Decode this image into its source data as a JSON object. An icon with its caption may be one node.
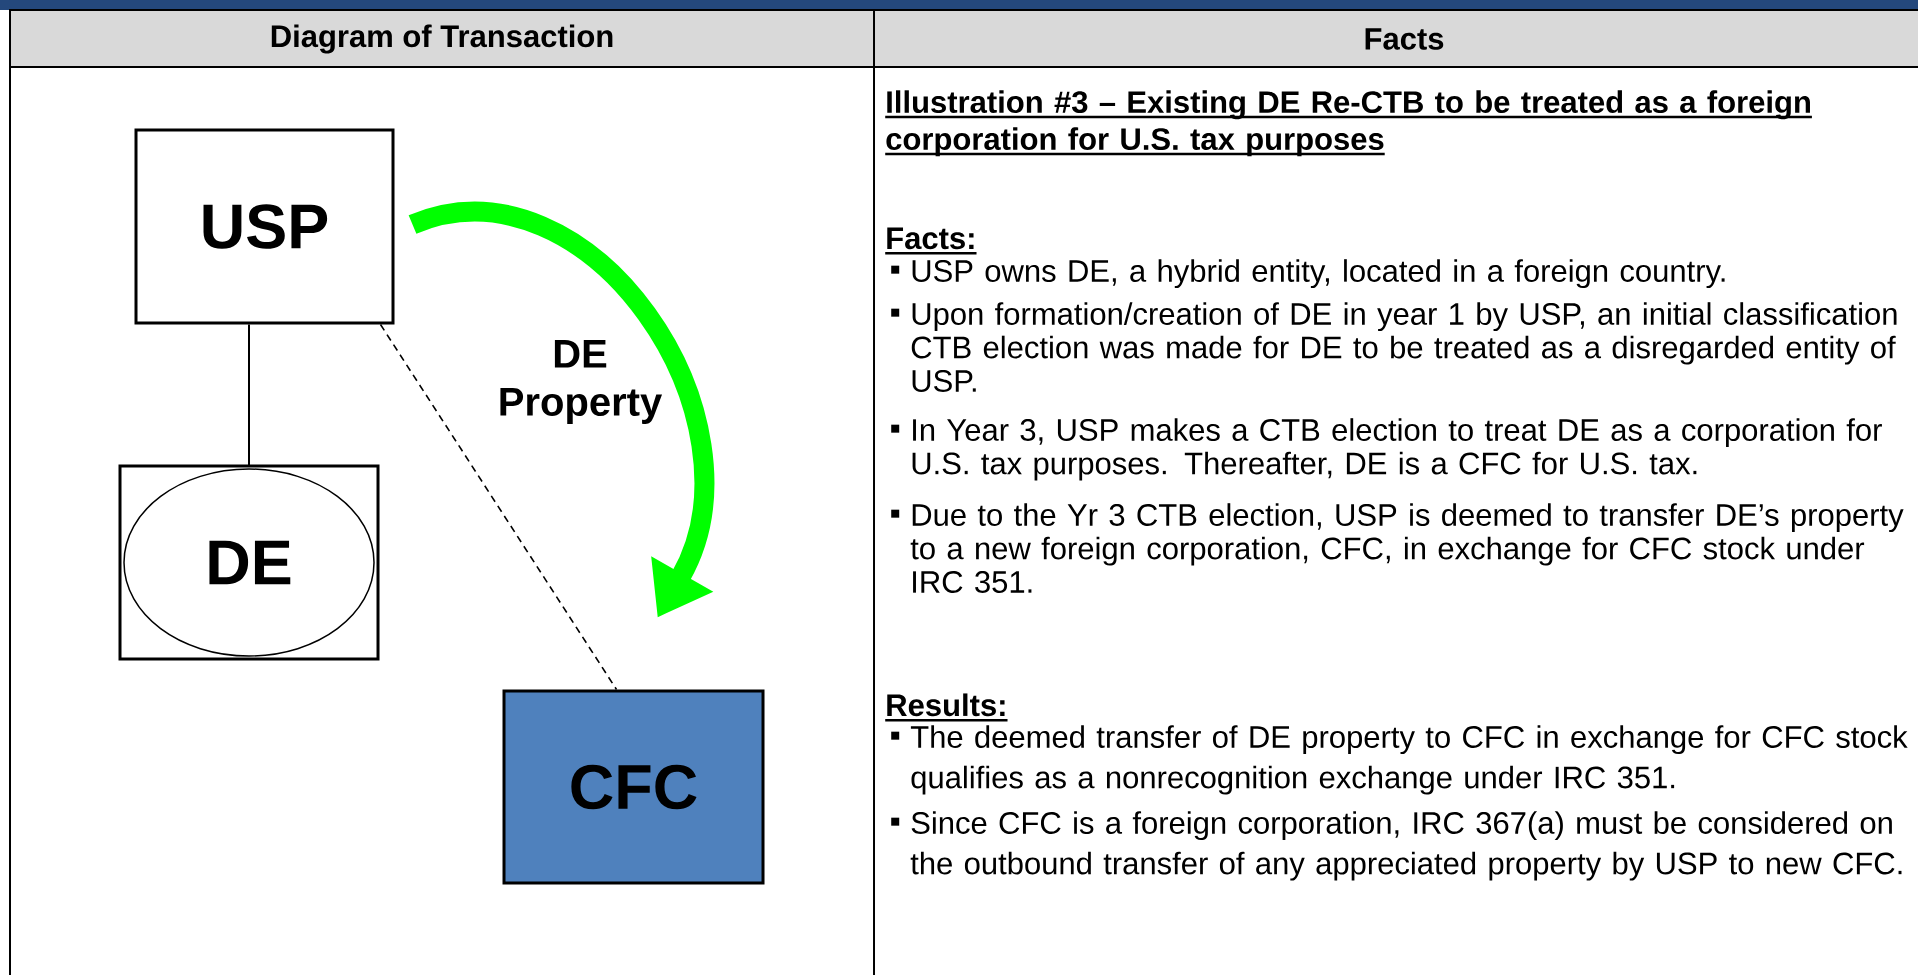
{
  "diagram": {
    "nodes": [
      {
        "text": [
          "USP"
        ]
      },
      {
        "text": [
          "DE"
        ]
      },
      {
        "text": [
          "CFC"
        ]
      }
    ],
    "edges": [
      {
        "from": 0,
        "to": 1,
        "arrow": "none"
      },
      {
        "from": 0,
        "to": 2,
        "arrow": "none",
        "style": "dashed"
      },
      {
        "from": 0,
        "to": 2,
        "arrow": "to",
        "label": "DE Property",
        "style": "thick",
        "color": "#00ff00"
      }
    ],
    "labels": [
      "Diagram of Transaction",
      "Facts",
      "Illustration #3 – Existing DE Re-CTB to be treated as a foreign corporation for U.S. tax purposes",
      "Facts:",
      "USP owns DE, a hybrid entity, located in a foreign country.",
      "Upon formation/creation of DE in year 1 by USP, an initial classification CTB election was made for DE to be treated as a disregarded entity of USP.",
      "In Year 3, USP makes a CTB election to treat DE as a corporation for U.S. tax purposes. Thereafter, DE is a CFC for U.S. tax.",
      "Due to the Yr 3 CTB election, USP is deemed to transfer DE’s property to a new foreign corporation, CFC, in exchange for CFC stock under IRC 351.",
      "Results:",
      "The deemed transfer of DE property to CFC in exchange for CFC stock qualifies as a nonrecognition exchange under IRC 351.",
      "Since CFC is a foreign corporation, IRC 367(a) must be considered on the outbound transfer of any appreciated property by USP to new CFC."
    ]
  }
}
